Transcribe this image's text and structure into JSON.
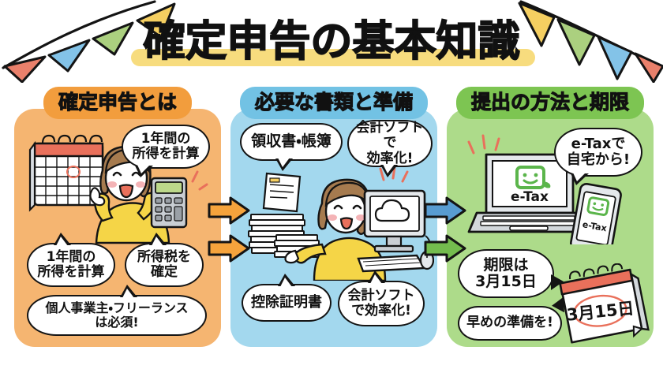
{
  "page": {
    "title": "確定申告の基本知識",
    "background_color": "#FFFFFF",
    "title_highlight_color": "#F7DC7E"
  },
  "decorations": {
    "bunting_left": {
      "name": "bunting-left",
      "flags": [
        {
          "color": "#E9806B",
          "label": "red-flag"
        },
        {
          "color": "#83C3E8",
          "label": "blue-flag"
        },
        {
          "color": "#ABD07F",
          "label": "green-flag"
        },
        {
          "color": "#F5CF61",
          "label": "yellow-flag"
        }
      ]
    },
    "bunting_right": {
      "name": "bunting-right",
      "flags": [
        {
          "color": "#F5CF61",
          "label": "yellow-flag"
        },
        {
          "color": "#ABD07F",
          "label": "green-flag"
        },
        {
          "color": "#83C3E8",
          "label": "blue-flag"
        },
        {
          "color": "#E9806B",
          "label": "red-flag"
        }
      ]
    }
  },
  "arrows": [
    {
      "name": "arrow-step1-to-step2-top",
      "color": "#F5A33C",
      "direction": "right"
    },
    {
      "name": "arrow-step1-to-step2-bottom",
      "color": "#F5A33C",
      "direction": "right"
    },
    {
      "name": "arrow-step2-to-step3-top",
      "color": "#589CD1",
      "direction": "right"
    },
    {
      "name": "arrow-step2-to-step3-bottom",
      "color": "#74BC4E",
      "direction": "right"
    }
  ],
  "panels": [
    {
      "id": "what-is-kakutei-shinkoku",
      "heading": "確定申告とは",
      "panel_color": "#F5B571",
      "heading_color": "#F29D3D",
      "bubbles": [
        {
          "name": "bubble-calc-income-top",
          "text": "1年間の\n所得を計算",
          "line1": "1年間の",
          "line2": "所得を計算"
        },
        {
          "name": "bubble-calc-income-bottom",
          "text": "1年間の\n所得を計算",
          "line1": "1年間の",
          "line2": "所得を計算"
        },
        {
          "name": "bubble-confirm-income-tax",
          "text": "所得税を\n確定",
          "line1": "所得税を",
          "line2": "確定"
        },
        {
          "name": "bubble-required-for-freelancers",
          "text": "個人事業主・フリーランス\nは必須!",
          "line1": "個人事業主・フリーランス",
          "line2": "は必須!"
        }
      ],
      "illustration": {
        "name": "woman-with-calendar-and-calculator",
        "items": [
          "wall-calendar",
          "woman-pointing",
          "calculator"
        ]
      }
    },
    {
      "id": "required-documents-and-prep",
      "heading": "必要な書類と準備",
      "panel_color": "#A3D8EE",
      "heading_color": "#72C2E4",
      "bubbles": [
        {
          "name": "bubble-receipts-ledger",
          "text": "領収書・帳簿",
          "line1": "領収書・帳簿",
          "line2": ""
        },
        {
          "name": "bubble-accounting-software-top",
          "text": "会計ソフトで\n効率化!",
          "line1": "会計ソフトで",
          "line2": "効率化!"
        },
        {
          "name": "bubble-deduction-certificate",
          "text": "控除証明書",
          "line1": "控除証明書",
          "line2": ""
        },
        {
          "name": "bubble-accounting-software-bottom",
          "text": "会計ソフト\nで効率化!",
          "line1": "会計ソフト",
          "line2": "で効率化!"
        }
      ],
      "illustration": {
        "name": "woman-with-documents-and-computer",
        "items": [
          "stack-of-papers",
          "woman-holding-document",
          "desktop-monitor-cloud",
          "keyboard",
          "mouse"
        ]
      }
    },
    {
      "id": "submission-method-and-deadline",
      "heading": "提出の方法と期限",
      "panel_color": "#ADDB8A",
      "heading_color": "#7DC552",
      "bubbles": [
        {
          "name": "bubble-etax-from-home",
          "text": "e-Taxで\n自宅から!",
          "line1": "e-Taxで",
          "line2": "自宅から!"
        },
        {
          "name": "bubble-deadline-march-15",
          "text": "期限は\n3月15日",
          "line1": "期限は",
          "line2": "3月15日"
        },
        {
          "name": "bubble-prepare-early",
          "text": "早めの準備を!",
          "line1": "早めの準備を!",
          "line2": ""
        }
      ],
      "illustration": {
        "name": "laptop-smartphone-and-desk-calendar",
        "laptop_label": "e-Tax",
        "phone_label": "e-Tax",
        "calendar_date": "3月15日",
        "items": [
          "laptop-etax",
          "smartphone-etax",
          "desk-calendar"
        ]
      }
    }
  ]
}
